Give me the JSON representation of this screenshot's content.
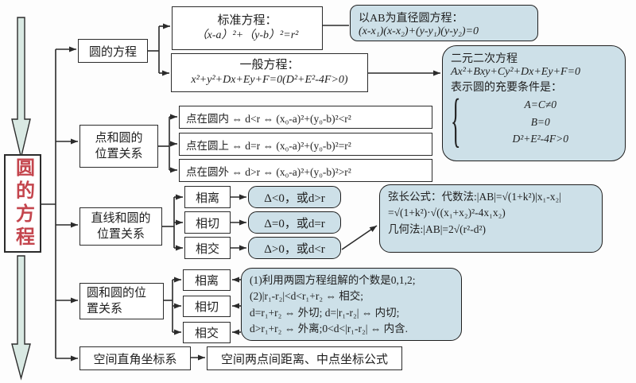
{
  "root": {
    "label": "圆的方程"
  },
  "colors": {
    "accent_red": "#c4454d",
    "callout_fill": "#cde0e8",
    "arrow_fill": "#d9e9e3",
    "line": "#2b2b2b"
  },
  "branches": {
    "equation": {
      "label": "圆的方程",
      "standard": {
        "title": "标准方程：",
        "formula": "（x-a）²+（y-b）²=r²"
      },
      "general": {
        "title": "一般方程：",
        "formula": "x²+y²+Dx+Ey+F=0(D²+E²-4F>0)"
      }
    },
    "point_circle": {
      "label1": "点和圆的",
      "label2": "位置关系",
      "rows": [
        "点在圆内 ⇔ d<r ⇔ (x₀-a)²+(y₀-b)²<r²",
        "点在圆上 ⇔ d=r ⇔ (x₀-a)²+(y₀-b)²=r²",
        "点在圆外 ⇔ d>r ⇔ (x₀-a)²+(y₀-b)²>r²"
      ]
    },
    "line_circle": {
      "label1": "直线和圆的",
      "label2": "位置关系",
      "cases": [
        "相离",
        "相切",
        "相交"
      ],
      "conditions": [
        "Δ<0，或d>r",
        "Δ=0，或d=r",
        "Δ>0，或d<r"
      ]
    },
    "circle_circle": {
      "label1": "圆和圆的位",
      "label2": "置关系",
      "cases": [
        "相离",
        "相切",
        "相交"
      ]
    },
    "space": {
      "label": "空间直角坐标系",
      "formula_label": "空间两点间距离、中点坐标公式"
    }
  },
  "callouts": {
    "diameter": {
      "title": "以AB为直径圆方程：",
      "formula": "(x-x₁)(x-x₂)+(y-y₁)(y-y₂)=0"
    },
    "quadratic": {
      "line1": "二元二次方程",
      "formula": "Ax²+Bxy+Cy²+Dx+Ey+F=0",
      "line3": "表示圆的充要条件是：",
      "conditions": [
        "A=C≠0",
        "B=0",
        "D²+E²-4F>0"
      ]
    },
    "chord": {
      "lines": [
        "弦长公式：代数法:|AB|=√(1+k²)|x₁-x₂|",
        "=√(1+k²)·√((x₁+x₂)²-4x₁x₂)",
        "几何法:|AB|=2√(r²-d²)"
      ]
    },
    "two_circles": {
      "lines": [
        "(1)利用两圆方程组解的个数是0,1,2;",
        "(2)|r₁-r₂|<d<r₁+r₂ ⇔ 相交;",
        "d=r₁+r₂ ⇔ 外切;  d=|r₁-r₂| ⇔ 内切;",
        "d>r₁+r₂ ⇔ 外离;0<d<|r₁-r₂| ⇔ 内含."
      ]
    }
  }
}
